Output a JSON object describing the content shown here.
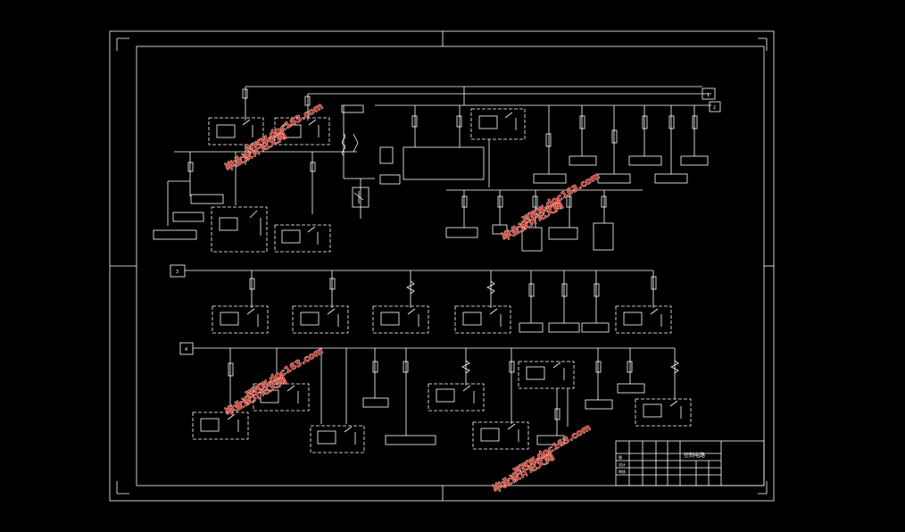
{
  "drawing": {
    "sheet_title": "控制电路",
    "tb_label_1": "图",
    "tb_label_2": "设计",
    "tb_label_3": "审核"
  },
  "terminals": {
    "t1": "1",
    "t2": "2",
    "t3": "3",
    "t4": "4"
  },
  "watermark": {
    "cn": "毕业设计论文网",
    "url": "www.doc163.com"
  },
  "colors": {
    "background": "#000000",
    "line": "#ffffff",
    "watermark": "#d9301f"
  }
}
